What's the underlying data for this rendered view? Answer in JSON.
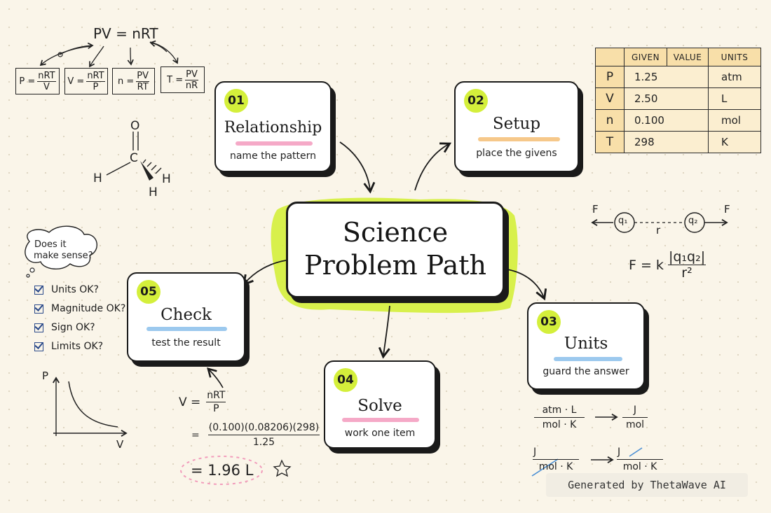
{
  "center": {
    "title_line1": "Science",
    "title_line2": "Problem Path"
  },
  "steps": [
    {
      "number": "01",
      "title": "Relationship",
      "subtitle": "name the pattern",
      "highlight_color": "#f5a9c7"
    },
    {
      "number": "02",
      "title": "Setup",
      "subtitle": "place the givens",
      "highlight_color": "#f6c88a"
    },
    {
      "number": "03",
      "title": "Units",
      "subtitle": "guard the answer",
      "highlight_color": "#9cc9ee"
    },
    {
      "number": "04",
      "title": "Solve",
      "subtitle": "work one item",
      "highlight_color": "#f5a9c7"
    },
    {
      "number": "05",
      "title": "Check",
      "subtitle": "test the result",
      "highlight_color": "#9cc9ee"
    }
  ],
  "ideal_gas": {
    "main": "PV = nRT",
    "forms": [
      {
        "lhs": "P =",
        "num": "nRT",
        "den": "V"
      },
      {
        "lhs": "V =",
        "num": "nRT",
        "den": "P"
      },
      {
        "lhs": "n =",
        "num": "PV",
        "den": "RT"
      },
      {
        "lhs": "T =",
        "num": "PV",
        "den": "nR"
      }
    ]
  },
  "molecule": {
    "atoms": [
      "O",
      "C",
      "H",
      "H",
      "H"
    ]
  },
  "given_table": {
    "headers": [
      "GIVEN",
      "VALUE",
      "UNITS"
    ],
    "rows": [
      {
        "given": "P",
        "value": "1.25",
        "units": "atm"
      },
      {
        "given": "V",
        "value": "2.50",
        "units": "L"
      },
      {
        "given": "n",
        "value": "0.100",
        "units": "mol"
      },
      {
        "given": "T",
        "value": "298",
        "units": "K"
      }
    ]
  },
  "coulomb": {
    "force_left": "F",
    "force_right": "F",
    "charge1": "q₁",
    "charge2": "q₂",
    "distance": "r",
    "formula_lhs": "F = k",
    "formula_num": "|q₁q₂|",
    "formula_den": "r²"
  },
  "sense_bubble": {
    "line1": "Does it",
    "line2": "make sense?"
  },
  "checklist": [
    "Units OK?",
    "Magnitude OK?",
    "Sign OK?",
    "Limits OK?"
  ],
  "pv_graph": {
    "y_label": "P",
    "x_label": "V"
  },
  "solve_work": {
    "v_lhs": "V =",
    "v_num": "nRT",
    "v_den": "P",
    "eq2": "=",
    "sub_num": "(0.100)(0.08206)(298)",
    "sub_den": "1.25",
    "result": "= 1.96 L"
  },
  "units_work": {
    "r1_num": "atm · L",
    "r1_den": "mol · K",
    "r1_res_num": "J",
    "r1_res_den": "mol",
    "r2_num": "J",
    "r2_den_cross": "mol",
    "r2_den_rest": " · K",
    "r2_res_num": "J",
    "r2_res_den": "mol · K"
  },
  "watermark": "Generated by ThetaWave AI",
  "colors": {
    "accent_lime": "#d4ef3b",
    "table_fill": "#fbeed0",
    "table_header": "#f8dfa9",
    "background": "#faf5e9"
  }
}
